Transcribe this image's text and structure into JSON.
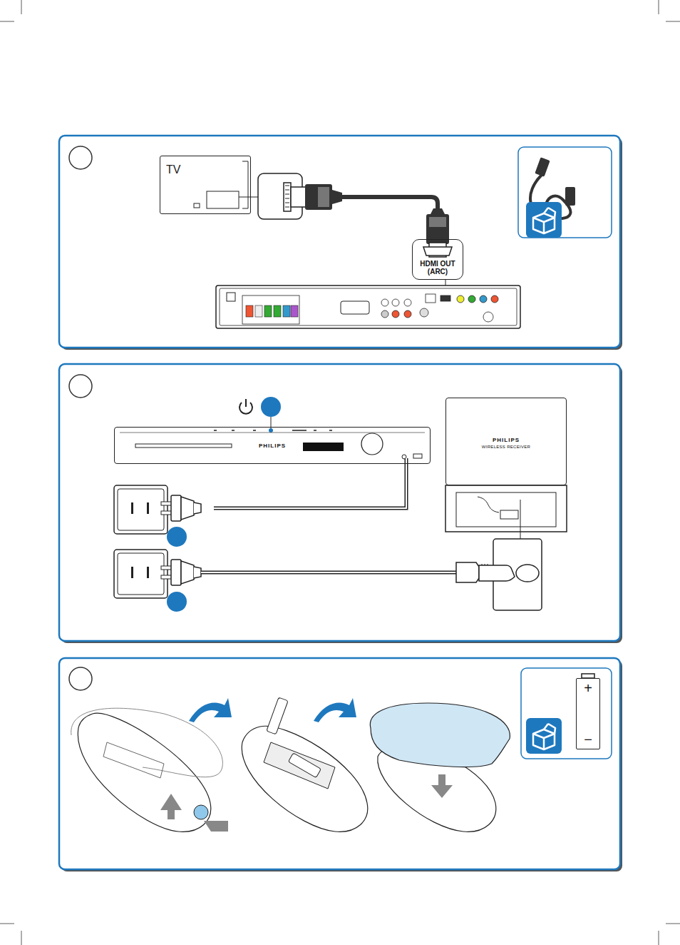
{
  "diagram": {
    "nodes": [
      {
        "text": [
          "TV"
        ]
      },
      {
        "text": [
          "HDMI OUT (ARC)"
        ]
      },
      {
        "text": [
          "PHILIPS"
        ]
      },
      {
        "text": [
          "PHILIPS",
          "WIRELESS RECEIVER"
        ]
      },
      {
        "text": [
          "+",
          "−"
        ]
      }
    ]
  }
}
